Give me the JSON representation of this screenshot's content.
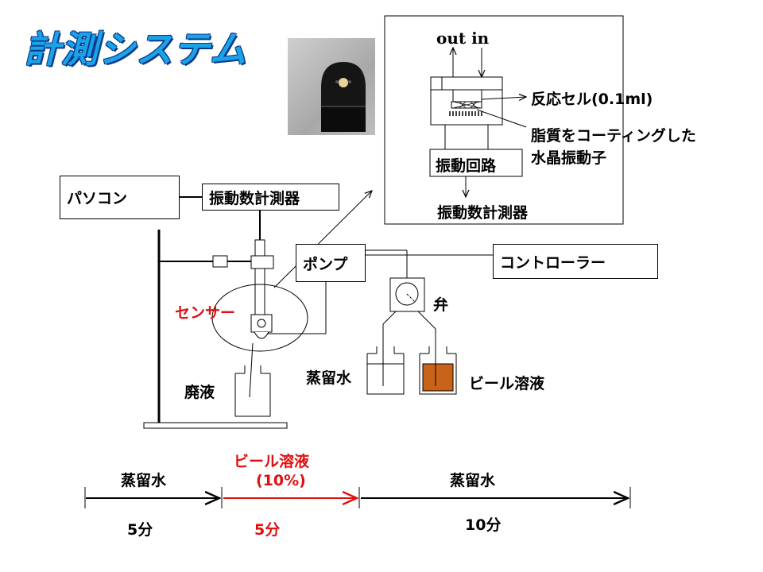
{
  "title": "計測システム",
  "labels": {
    "pc": "パソコン",
    "freq_counter": "振動数計測器",
    "pump": "ポンプ",
    "controller": "コントローラー",
    "valve": "弁",
    "sensor": "センサー",
    "waste": "廃液",
    "distilled_water": "蒸留水",
    "beer_solution": "ビール溶液"
  },
  "inset": {
    "out_in": "out in",
    "reaction_cell": "反応セル(0.1ml)",
    "crystal_line1": "脂質をコーティングした",
    "crystal_line2": "水晶振動子",
    "oscillator": "振動回路",
    "freq_counter": "振動数計測器"
  },
  "timeline": {
    "seg1_label": "蒸留水",
    "seg1_time": "5分",
    "seg2_label_line1": "ビール溶液",
    "seg2_label_line2": "(10%)",
    "seg2_time": "5分",
    "seg3_label": "蒸留水",
    "seg3_time": "10分"
  },
  "colors": {
    "title": "#1aa3e8",
    "highlight": "#e01010",
    "beer": "#c8641a"
  }
}
